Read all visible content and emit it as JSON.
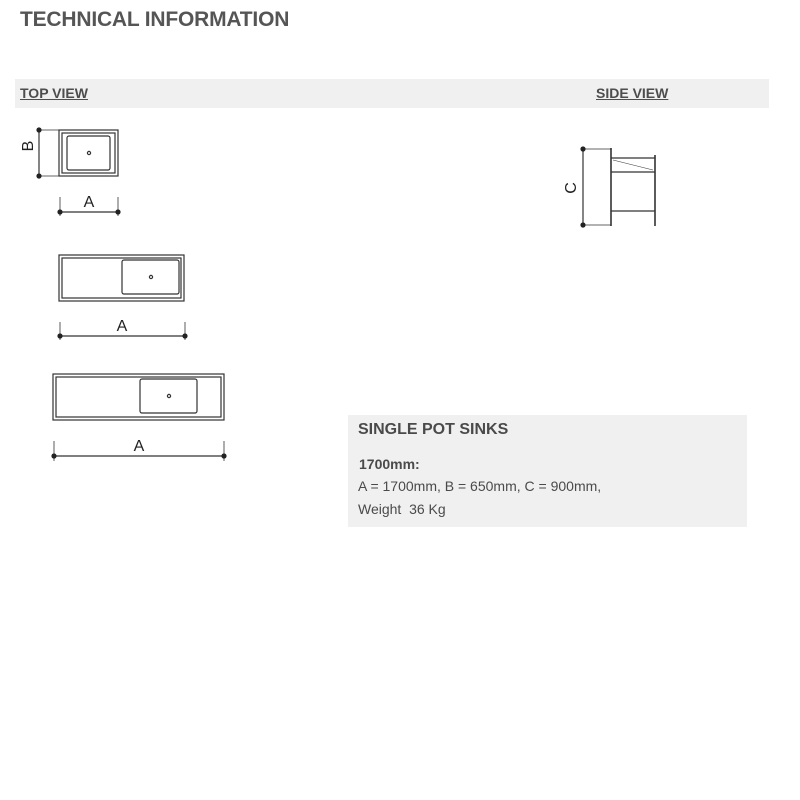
{
  "header": {
    "title": "TECHNICAL INFORMATION"
  },
  "views": {
    "top_label": "TOP VIEW",
    "side_label": "SIDE VIEW"
  },
  "dimensions": {
    "a": "A",
    "b": "B",
    "c": "C"
  },
  "spec": {
    "heading": "SINGLE POT SINKS",
    "size_label": "1700mm:",
    "dims_line": "A = 1700mm, B = 650mm, C = 900mm,",
    "weight_line": "Weight  36 Kg"
  }
}
